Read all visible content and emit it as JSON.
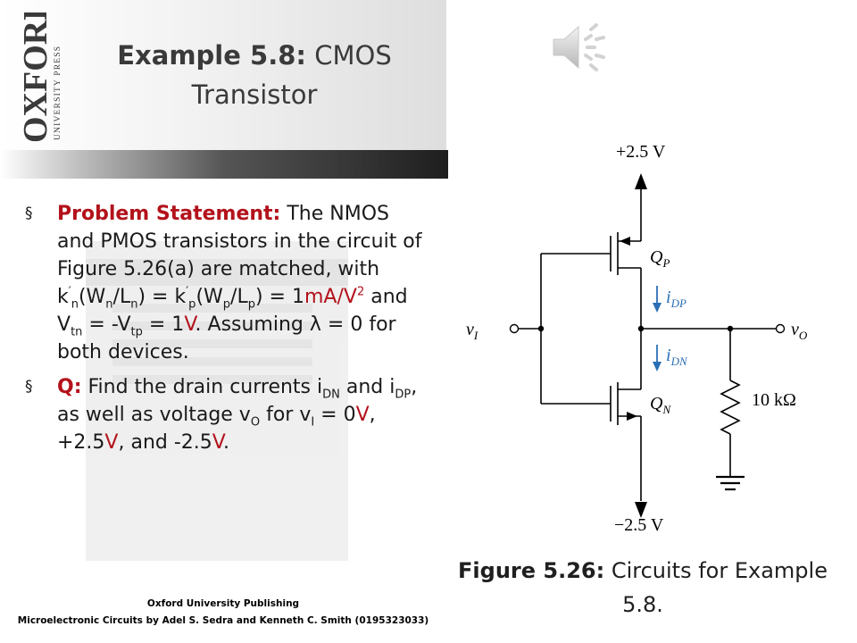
{
  "brand": {
    "logo_big": "OXFORD",
    "logo_small": "UNIVERSITY PRESS"
  },
  "title": {
    "bold": "Example 5.8:",
    "rest": " CMOS Transistor"
  },
  "bullets": [
    {
      "marker": "§",
      "label": "Problem Statement:",
      "parts": [
        " The NMOS and PMOS transistors in the circuit of Figure 5.26(a) are matched, with k",
        "′",
        "n",
        "(W",
        "n",
        "/L",
        "n",
        ") = k",
        "′",
        "p",
        "(W",
        "p",
        "/L",
        "p",
        ") = 1",
        "mA/V",
        "2",
        " and V",
        "tn",
        " = -V",
        "tp",
        " = 1",
        "V",
        ".  Assuming ",
        "λ",
        " = 0 for both devices."
      ]
    },
    {
      "marker": "§",
      "label": "Q:",
      "parts": [
        " Find the drain currents i",
        "DN",
        " and i",
        "DP",
        ", as well as voltage v",
        "O",
        " for v",
        "I",
        " = 0",
        "V",
        ", +2.5",
        "V",
        ", and -2.5",
        "V",
        "."
      ]
    }
  ],
  "circuit": {
    "vdd": "+2.5 V",
    "vss": "−2.5 V",
    "qp": "Q",
    "qp_sub": "P",
    "qn": "Q",
    "qn_sub": "N",
    "idp": "i",
    "idp_sub": "DP",
    "idn": "i",
    "idn_sub": "DN",
    "vi": "v",
    "vi_sub": "I",
    "vo": "v",
    "vo_sub": "O",
    "resistor": "10 kΩ"
  },
  "caption": {
    "bold": "Figure 5.26:",
    "rest": " Circuits for Example 5.8."
  },
  "footer": {
    "publisher": "Oxford University Publishing",
    "book": "Microelectronic Circuits by Adel S. Sedra and Kenneth C. Smith (0195323033)"
  },
  "colors": {
    "accent": "#b3121b",
    "circuit_blue": "#2a6fb5"
  }
}
